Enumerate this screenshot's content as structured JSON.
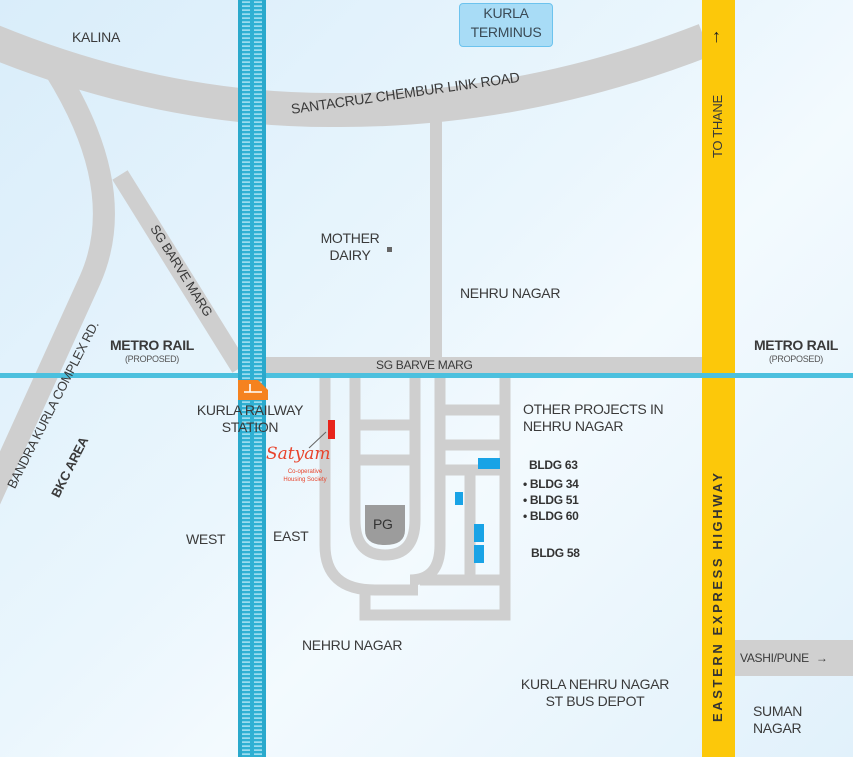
{
  "map": {
    "colors": {
      "background": "#e3f3fc",
      "road": "#cfcfcf",
      "railway": "#3bb7d6",
      "metro_line": "#4cc0de",
      "highway": "#fcc80a",
      "station_icon": "#f5821f",
      "satyam": "#e8442c",
      "other_buildings": "#19a3e6",
      "pg": "#9c9c9c",
      "terminus_box": "#a8dcf6"
    },
    "areas": {
      "kalina": "KALINA",
      "kurla_terminus_line1": "KURLA",
      "kurla_terminus_line2": "TERMINUS",
      "mother_dairy_line1": "MOTHER",
      "mother_dairy_line2": "DAIRY",
      "nehru_nagar_north": "NEHRU NAGAR",
      "nehru_nagar_south": "NEHRU NAGAR",
      "bkc_area": "BKC AREA",
      "west": "WEST",
      "east": "EAST",
      "bus_depot_line1": "KURLA NEHRU NAGAR",
      "bus_depot_line2": "ST BUS DEPOT",
      "suman_nagar_line1": "SUMAN",
      "suman_nagar_line2": "NAGAR"
    },
    "roads": {
      "scl_road": "SANTACRUZ CHEMBUR LINK ROAD",
      "bkc_road": "BANDRA KURLA COMPLEX RD.",
      "sg_barve_diagonal": "SG BARVE MARG",
      "sg_barve_horizontal": "SG BARVE MARG",
      "eastern_express_highway": "EASTERN  EXPRESS  HIGHWAY",
      "to_thane": "TO THANE",
      "to_thane_arrow": "↑",
      "vashi_pune": "VASHI/PUNE",
      "vashi_pune_arrow": "→"
    },
    "metro": {
      "left_title": "METRO RAIL",
      "left_sub": "(PROPOSED)",
      "right_title": "METRO RAIL",
      "right_sub": "(PROPOSED)"
    },
    "station": {
      "line1": "KURLA RAILWAY",
      "line2": "STATION",
      "icon": "train-station-icon"
    },
    "project": {
      "name": "Satyam",
      "sub1": "Co-operative",
      "sub2": "Housing Society",
      "pg_label": "PG"
    },
    "other_projects": {
      "title_line1": "OTHER PROJECTS IN",
      "title_line2": "NEHRU NAGAR",
      "bldg_63": "BLDG 63",
      "bldg_34": "• BLDG 34",
      "bldg_51": "• BLDG 51",
      "bldg_60": "• BLDG 60",
      "bldg_58": "BLDG 58"
    }
  }
}
